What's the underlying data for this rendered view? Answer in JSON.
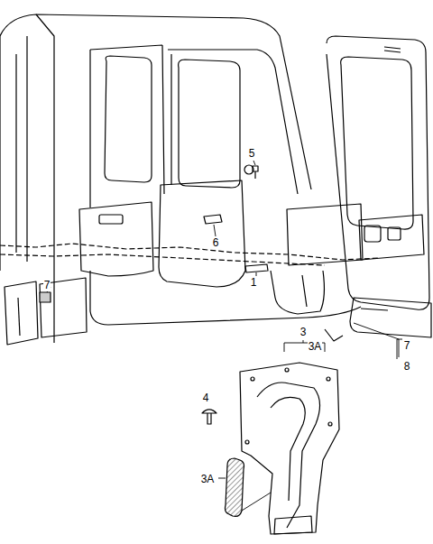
{
  "diagram": {
    "labels": [
      "5",
      "6",
      "1",
      "7",
      "7",
      "8",
      "3",
      "3A",
      "4",
      "3A"
    ]
  }
}
